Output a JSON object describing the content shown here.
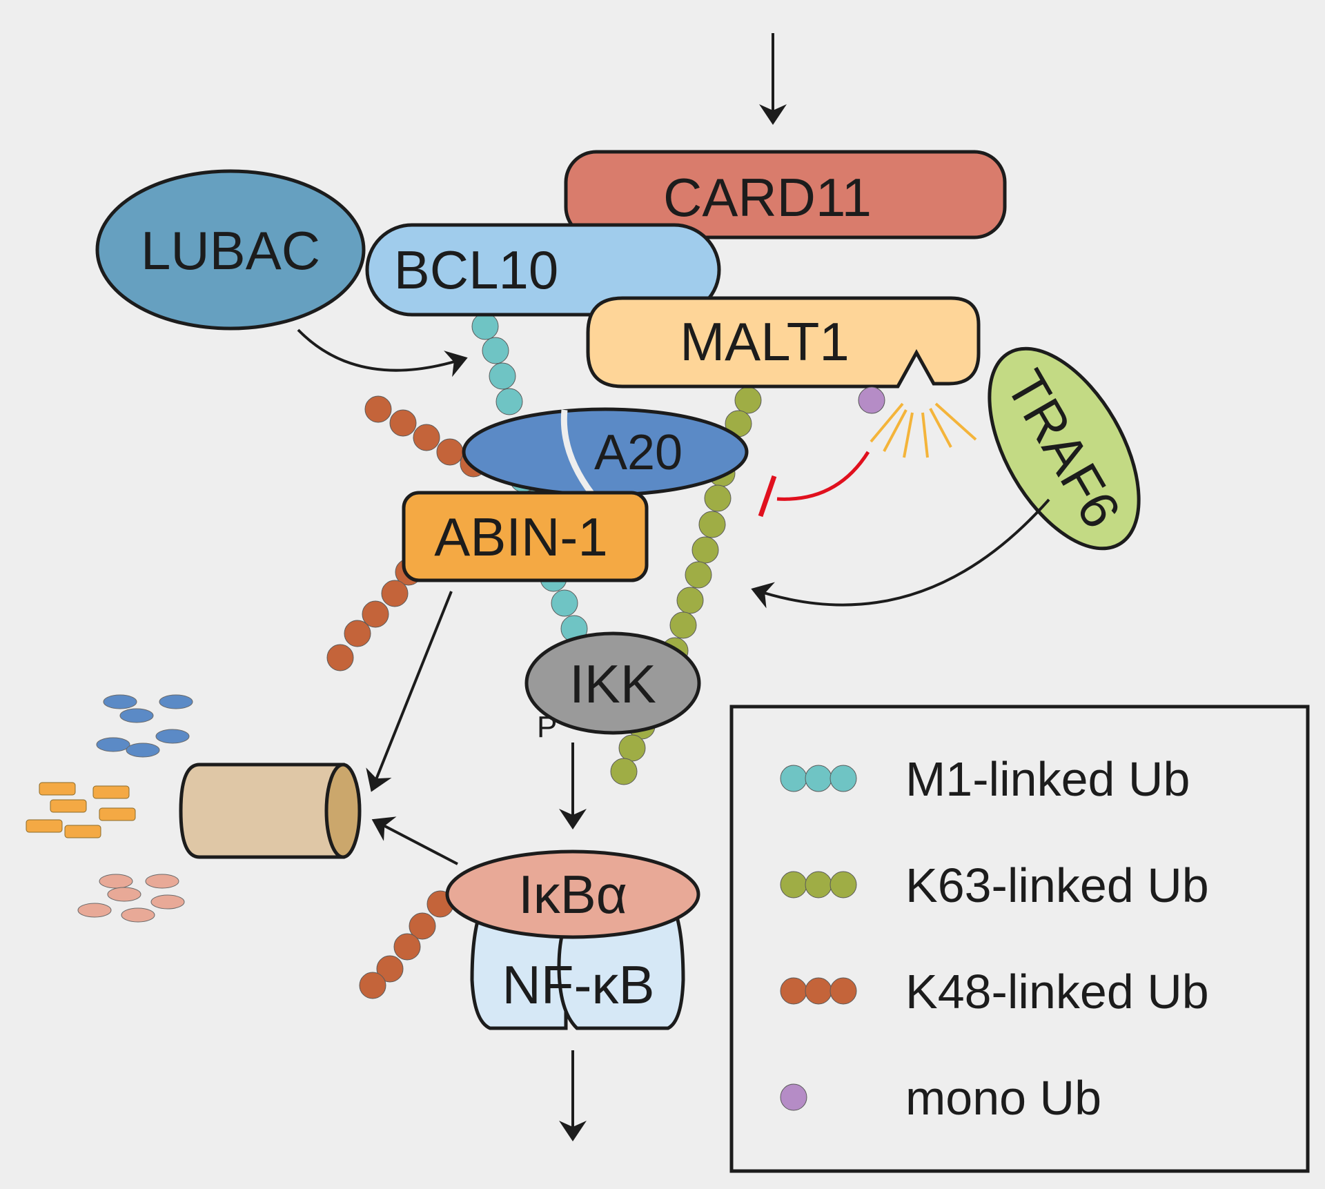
{
  "proteins": {
    "card11": "CARD11",
    "lubac": "LUBAC",
    "bcl10": "BCL10",
    "malt1": "MALT1",
    "traf6": "TRAF6",
    "a20": "A20",
    "abin1": "ABIN-1",
    "ikk": "IKK",
    "ikba": "IκBα",
    "nfkb": "NF-κB"
  },
  "phospho_label": "P",
  "legend": {
    "items": [
      {
        "label": "M1-linked Ub",
        "color": "#6fc4c4",
        "beads": 3
      },
      {
        "label": "K63-linked Ub",
        "color": "#9fad45",
        "beads": 3
      },
      {
        "label": "K48-linked Ub",
        "color": "#c4643a",
        "beads": 3
      },
      {
        "label": "mono Ub",
        "color": "#b58cc6",
        "beads": 1
      }
    ]
  },
  "colors": {
    "background": "#eeeeee",
    "card11": "#d97c6c",
    "lubac": "#66a0c0",
    "bcl10": "#a0ccec",
    "malt1": "#fed598",
    "traf6": "#c3da84",
    "a20": "#5b8ac6",
    "abin1": "#f4a944",
    "ikk": "#9a9a9a",
    "ikba": "#e8a997",
    "nfkb": "#d6e8f6",
    "proteasome_body": "#dfc7a6",
    "proteasome_cap": "#cba76c",
    "m1_ub": "#6fc4c4",
    "k63_ub": "#9fad45",
    "k48_ub": "#c4643a",
    "mono_ub": "#b58cc6",
    "cleavage_rays": "#f4b43a",
    "inhibition": "#e0101e"
  }
}
